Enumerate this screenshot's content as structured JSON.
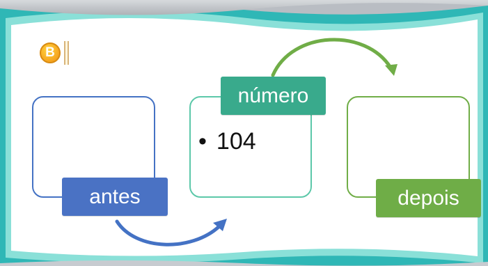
{
  "badge": {
    "letter": "B"
  },
  "boxes": {
    "antes": {
      "label": "antes",
      "color": "#4472c4"
    },
    "numero": {
      "label": "número",
      "color": "#39aa8c",
      "items": [
        "104"
      ]
    },
    "depois": {
      "label": "depois",
      "color": "#70ad47"
    }
  },
  "colors": {
    "frame_teal": "#3ec8c2",
    "arrow_blue": "#4472c4",
    "arrow_green": "#70ad47"
  }
}
